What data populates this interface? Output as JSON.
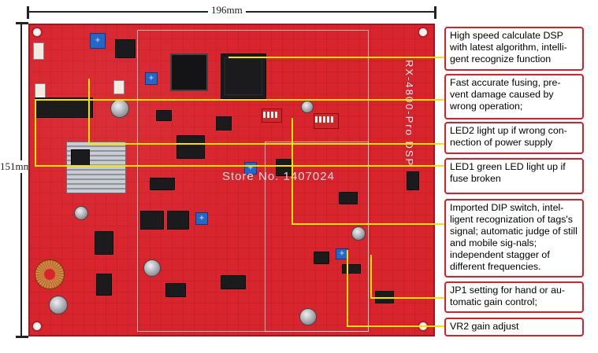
{
  "dimensions": {
    "width_label": "196mm",
    "height_label": "151mm"
  },
  "board": {
    "model_silk": "RX-4800-Pro DSP",
    "watermark": "Store No. 1407024"
  },
  "callouts": [
    {
      "id": "dsp",
      "text": "High speed calculate DSP with latest algorithm, intelli-gent recognize function"
    },
    {
      "id": "fuse",
      "text": "Fast accurate fusing, pre-vent damage caused by wrong operation;"
    },
    {
      "id": "led2",
      "text": "LED2 light up if wrong con-nection of power supply"
    },
    {
      "id": "led1",
      "text": "LED1 green LED light up if fuse broken"
    },
    {
      "id": "dip",
      "text": "Imported DIP switch, intel-ligent recognization of tags's signal; automatic judge of still and mobile sig-nals; independent stagger of different frequencies."
    },
    {
      "id": "jp1",
      "text": "JP1 setting for hand or au-tomatic gain control;"
    },
    {
      "id": "vr2",
      "text": "VR2 gain adjust"
    }
  ],
  "colors": {
    "board_red": "#d8242d",
    "leader_yellow": "#f2e600",
    "callout_border": "#d6202b"
  }
}
